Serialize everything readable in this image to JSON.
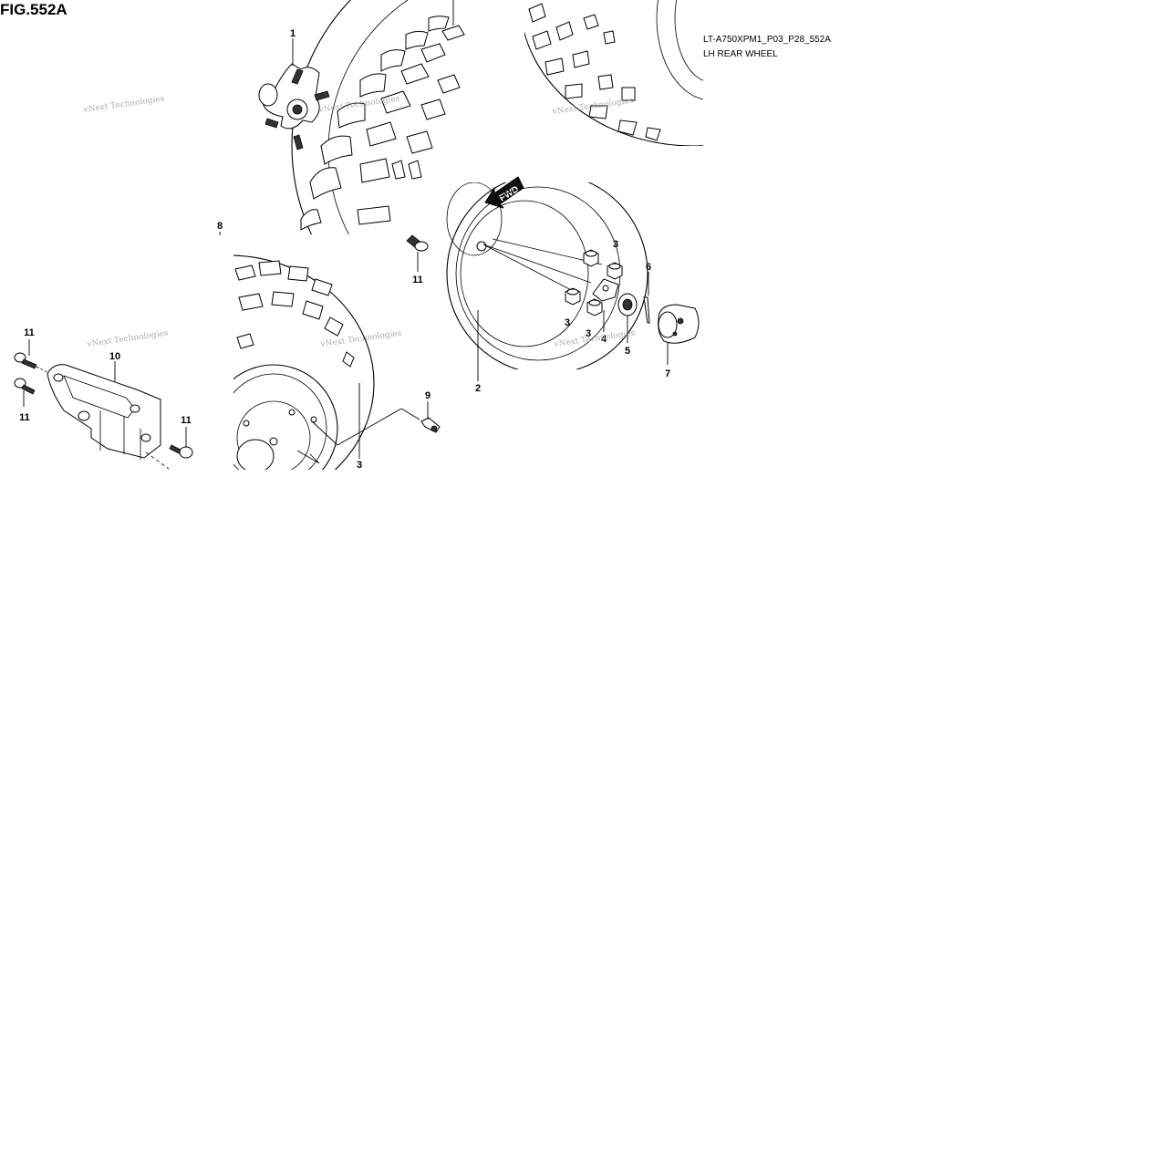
{
  "figure": {
    "title": "FIG.552A",
    "code": "LT-A750XPM1_P03_P28_552A",
    "caption": "LH REAR WHEEL",
    "fwd_label": "FWD"
  },
  "watermark": "vNext Technologies",
  "callouts": [
    {
      "id": "c1",
      "label": "1"
    },
    {
      "id": "c2",
      "label": "2"
    },
    {
      "id": "c3a",
      "label": "3"
    },
    {
      "id": "c3b",
      "label": "3"
    },
    {
      "id": "c3c",
      "label": "3"
    },
    {
      "id": "c3d",
      "label": "3"
    },
    {
      "id": "c4",
      "label": "4"
    },
    {
      "id": "c5",
      "label": "5"
    },
    {
      "id": "c6",
      "label": "6"
    },
    {
      "id": "c7",
      "label": "7"
    },
    {
      "id": "c8",
      "label": "8"
    },
    {
      "id": "c9",
      "label": "9"
    },
    {
      "id": "c10",
      "label": "10"
    },
    {
      "id": "c11a",
      "label": "11"
    },
    {
      "id": "c11b",
      "label": "11"
    },
    {
      "id": "c11c",
      "label": "11"
    },
    {
      "id": "c11d",
      "label": "11"
    }
  ]
}
